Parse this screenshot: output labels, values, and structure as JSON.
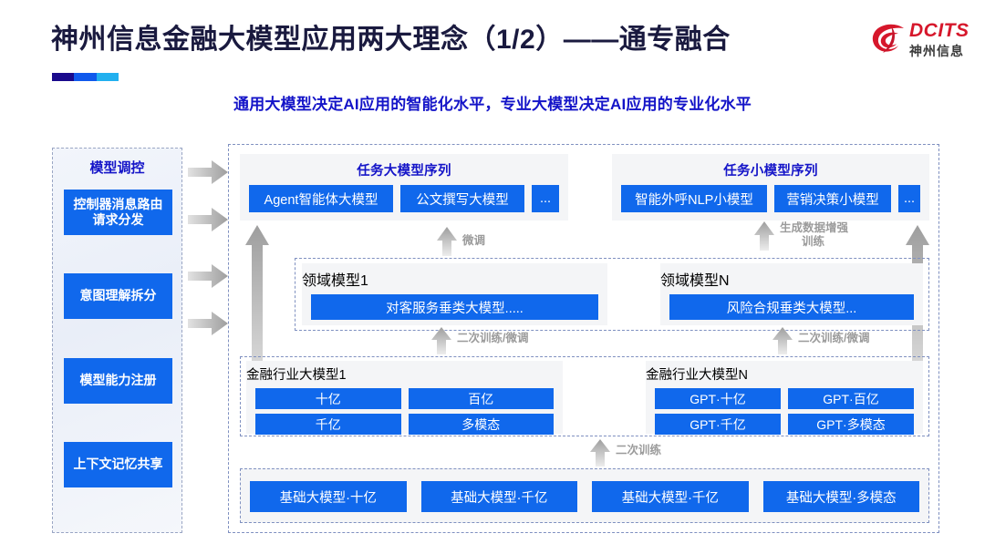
{
  "header": {
    "title": "神州信息金融大模型应用两大理念（1/2）——通专融合",
    "subtitle": "通用大模型决定AI应用的智能化水平，专业大模型决定AI应用的专业化水平",
    "accent_colors": [
      "#1a0a8c",
      "#1059ec",
      "#22b0ef"
    ]
  },
  "logo": {
    "brand": "DCITS",
    "brand_cn": "神州信息",
    "brand_color": "#d6172b",
    "cn_color": "#3a3a3a"
  },
  "left_panel": {
    "title": "模型调控",
    "items": [
      {
        "label": "控制器消息路由请求分发"
      },
      {
        "label": "意图理解拆分"
      },
      {
        "label": "模型能力注册"
      },
      {
        "label": "上下文记忆共享"
      }
    ]
  },
  "diagram": {
    "task_sequences": [
      {
        "title": "任务大模型序列",
        "chips": [
          "Agent智能体大模型",
          "公文撰写大模型",
          "..."
        ]
      },
      {
        "title": "任务小模型序列",
        "chips": [
          "智能外呼NLP小模型",
          "营销决策小模型",
          "..."
        ]
      }
    ],
    "domain_models": [
      {
        "title": "领域模型1",
        "chip": "对客服务垂类大模型....."
      },
      {
        "title": "领域模型N",
        "chip": "风险合规垂类大模型..."
      }
    ],
    "industry_models": [
      {
        "title": "金融行业大模型1",
        "chips": [
          "十亿",
          "百亿",
          "千亿",
          "多模态"
        ]
      },
      {
        "title": "金融行业大模型N",
        "chips": [
          "GPT·十亿",
          "GPT·百亿",
          "GPT·千亿",
          "GPT·多模态"
        ]
      }
    ],
    "base_models": {
      "chips": [
        "基础大模型·十亿",
        "基础大模型·千亿",
        "基础大模型·千亿",
        "基础大模型·多模态"
      ]
    },
    "arrow_labels": {
      "fine_tune": "微调",
      "gen_data_aug_line1": "生成数据增强",
      "gen_data_aug_line2": "训练",
      "retrain_finetune_left": "二次训练/微调",
      "retrain_finetune_right": "二次训练/微调",
      "retrain": "二次训练"
    }
  },
  "colors": {
    "chip_blue": "#1068ec",
    "title_blue": "#1414c8",
    "arrow_grey": "#a8a8a8",
    "dashed_border": "#7f90c0"
  }
}
